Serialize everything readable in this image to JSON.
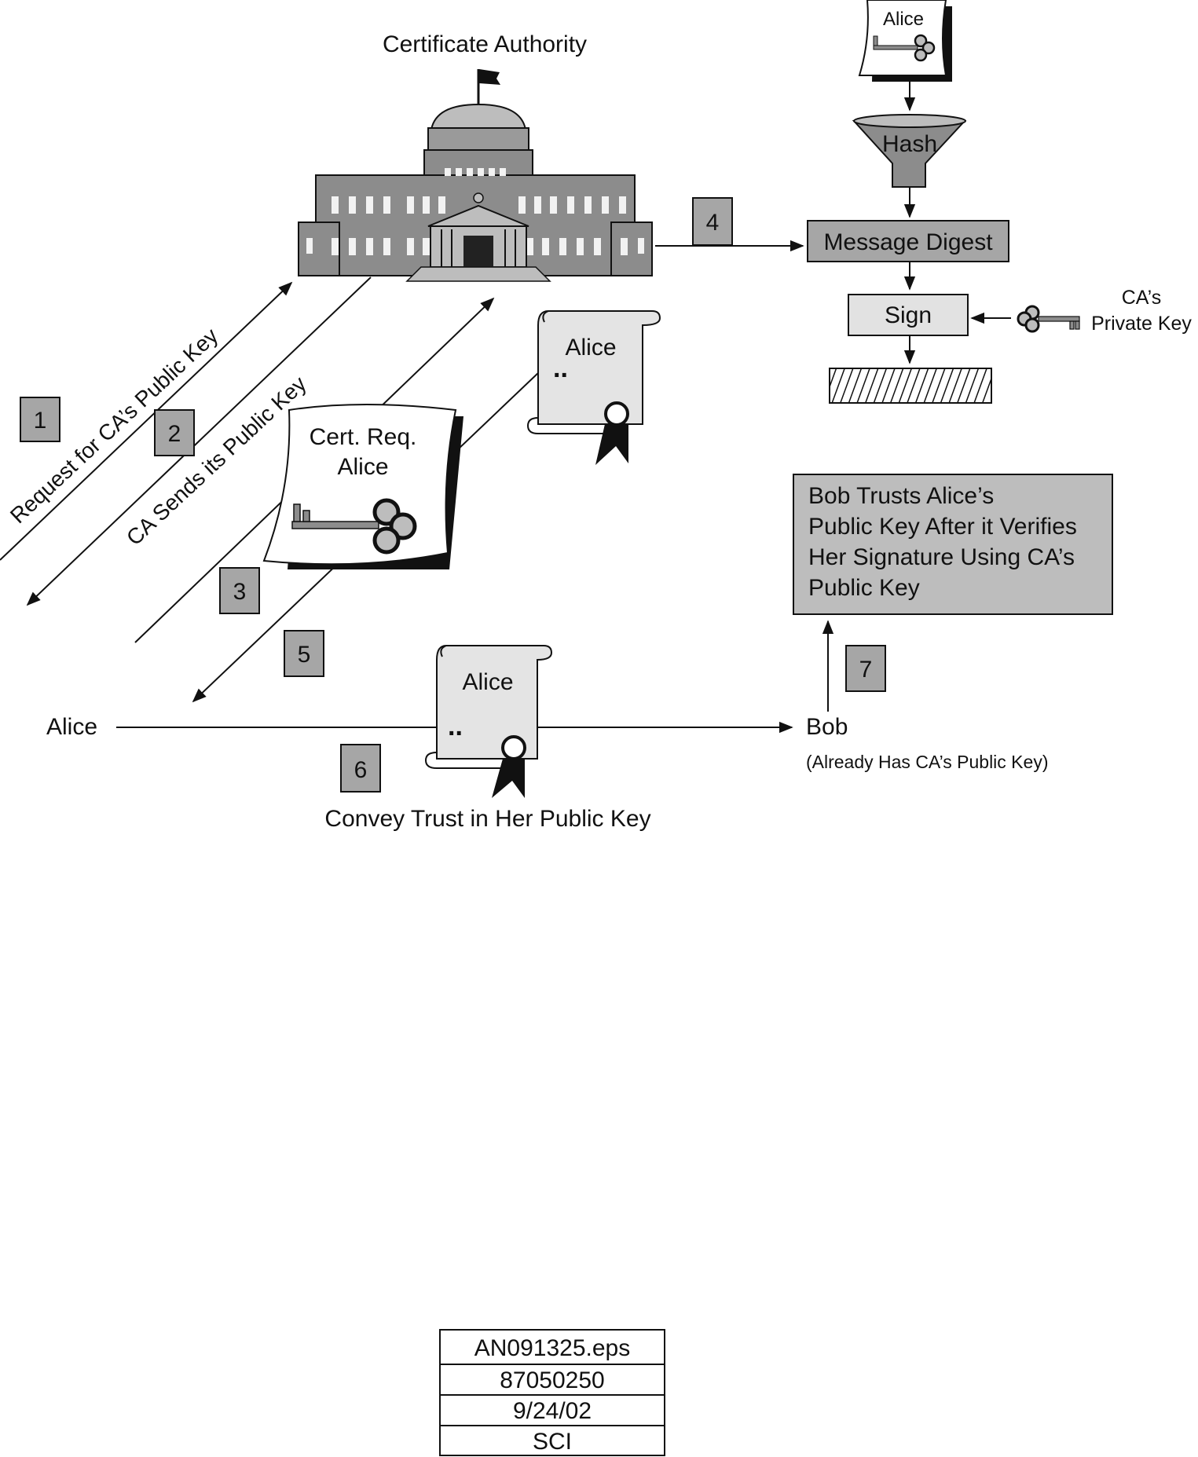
{
  "title": "Certificate Authority",
  "colors": {
    "ink": "#111111",
    "step_box": "#a6a6a6",
    "building": "#8c8c8c",
    "box_fill": "#bdbdbd",
    "sign_fill": "#e2e2e2",
    "paper": "#e4e4e4"
  },
  "steps": {
    "s1": "1",
    "s2": "2",
    "s3": "3",
    "s4": "4",
    "s5": "5",
    "s6": "6",
    "s7": "7"
  },
  "labels": {
    "request": "Request for CA’s Public Key",
    "sends": "CA Sends its Public Key",
    "convey": "Convey Trust in Her Public Key",
    "alice": "Alice",
    "bob": "Bob",
    "bob_note": "(Already Has CA’s Public Key)"
  },
  "cert_request": {
    "line1": "Cert. Req.",
    "line2": "Alice"
  },
  "certificate": {
    "name": "Alice",
    "dots": ".."
  },
  "signing": {
    "doc_name": "Alice",
    "hash": "Hash",
    "digest": "Message Digest",
    "sign": "Sign",
    "ca_key_line1": "CA’s",
    "ca_key_line2": "Private Key"
  },
  "trust_box": {
    "line1": "Bob Trusts Alice’s",
    "line2": "Public Key After it Verifies",
    "line3": "Her Signature Using CA’s",
    "line4": "Public Key"
  },
  "stamp": [
    "AN091325.eps",
    "87050250",
    "9/24/02",
    "SCI"
  ]
}
